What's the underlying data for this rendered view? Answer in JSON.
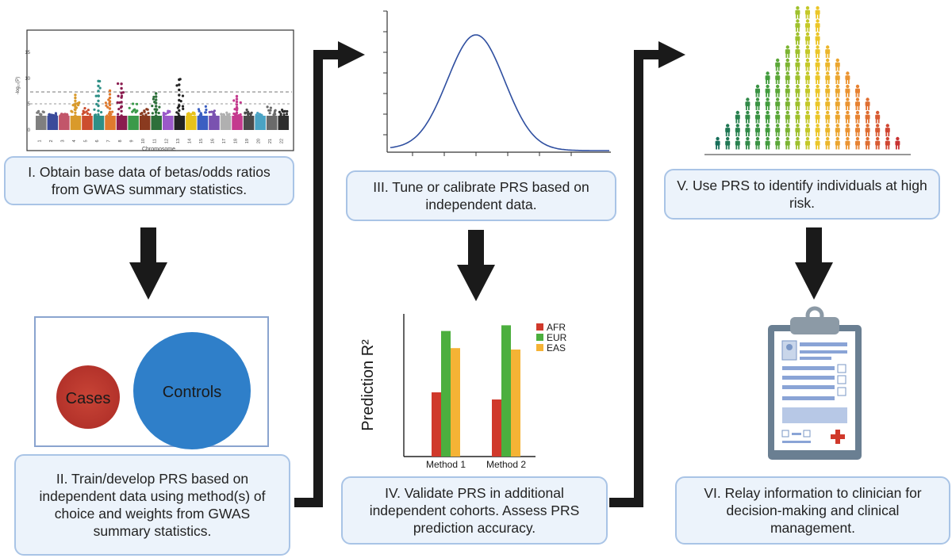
{
  "steps": [
    {
      "id": "I",
      "text": "I. Obtain base data of betas/odds ratios from GWAS summary statistics."
    },
    {
      "id": "II",
      "text": "II. Train/develop PRS based on independent data using method(s) of choice and weights from GWAS summary statistics."
    },
    {
      "id": "III",
      "text": "III. Tune or calibrate PRS based on independent data."
    },
    {
      "id": "IV",
      "text": "IV. Validate PRS in additional independent cohorts. Assess PRS prediction accuracy."
    },
    {
      "id": "V",
      "text": "V. Use PRS to identify individuals at high risk."
    },
    {
      "id": "VI",
      "text": "VI. Relay information to clinician for decision-making and clinical management."
    }
  ],
  "manhattan": {
    "ylabel": "-log₁₀(P)",
    "xlabel": "Chromosome",
    "yticks": [
      "0",
      "5",
      "10",
      "15"
    ],
    "chromosomes": [
      "1",
      "2",
      "3",
      "4",
      "5",
      "6",
      "7",
      "8",
      "9",
      "10",
      "11",
      "12",
      "13",
      "14",
      "15",
      "16",
      "17",
      "18",
      "19",
      "20",
      "21",
      "22"
    ],
    "colors": [
      "#7f7f7f",
      "#3b4b9a",
      "#c2566a",
      "#d99a2b",
      "#cc4d2e",
      "#2e8f86",
      "#e07a2e",
      "#8a1c4f",
      "#3a9a4a",
      "#8a3a1f",
      "#2e6f3a",
      "#9b59c9",
      "#222222",
      "#e8c21a",
      "#3b5fc2",
      "#7a52b0",
      "#b0b0b0",
      "#c43a8e",
      "#4a4a4a",
      "#4aa3c4",
      "#6a6a6a",
      "#2e2e2e"
    ]
  },
  "groups": {
    "cases": "Cases",
    "controls": "Controls"
  },
  "chart_data": {
    "type": "bar",
    "ylabel": "Prediction R²",
    "categories": [
      "Method 1",
      "Method 2"
    ],
    "series": [
      {
        "name": "AFR",
        "color": "#d0392b",
        "values": [
          0.45,
          0.4
        ]
      },
      {
        "name": "EUR",
        "color": "#4caf3e",
        "values": [
          0.88,
          0.92
        ]
      },
      {
        "name": "EAS",
        "color": "#f5b335",
        "values": [
          0.76,
          0.75
        ]
      }
    ],
    "ylim": [
      0,
      1
    ],
    "legend": "top-right"
  },
  "colors": {
    "arrow": "#1a1a1a",
    "box_fill": "#ecf3fb",
    "box_border": "#a9c4e6",
    "curve": "#2f4fa0"
  }
}
